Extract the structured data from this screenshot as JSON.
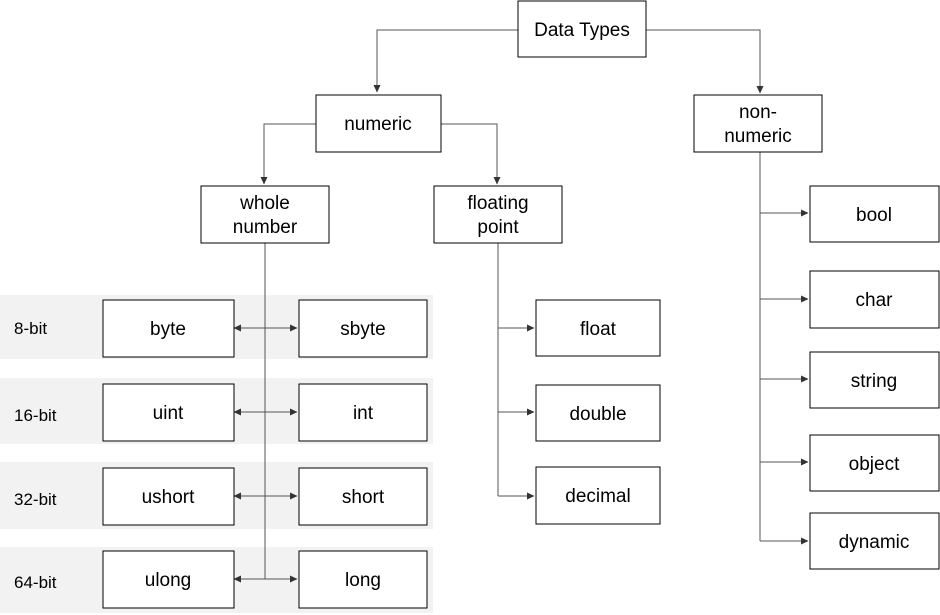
{
  "root": {
    "label": "Data Types"
  },
  "numeric": {
    "label": "numeric"
  },
  "non_numeric": {
    "line1": "non-",
    "line2": "numeric"
  },
  "whole_number": {
    "line1": "whole",
    "line2": "number"
  },
  "floating_point": {
    "line1": "floating",
    "line2": "point"
  },
  "bit_rows": [
    {
      "label": "8-bit",
      "left": "byte",
      "right": "sbyte"
    },
    {
      "label": "16-bit",
      "left": "uint",
      "right": "int"
    },
    {
      "label": "32-bit",
      "left": "ushort",
      "right": "short"
    },
    {
      "label": "64-bit",
      "left": "ulong",
      "right": "long"
    }
  ],
  "floating_types": [
    "float",
    "double",
    "decimal"
  ],
  "non_numeric_types": [
    "bool",
    "char",
    "string",
    "object",
    "dynamic"
  ]
}
